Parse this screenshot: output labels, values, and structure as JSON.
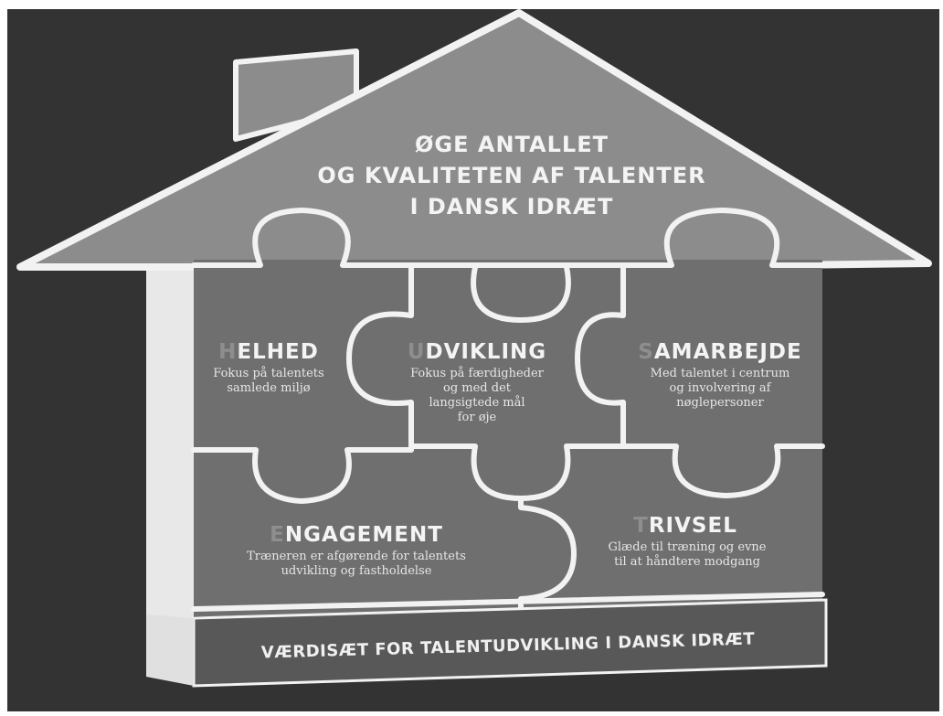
{
  "roof": {
    "lines": [
      "ØGE ANTALLET",
      "OG KVALITETEN AF TALENTER",
      "I DANSK IDRÆT"
    ]
  },
  "pieces": {
    "helhed": {
      "initial": "H",
      "rest": "ELHED",
      "desc": [
        "Fokus på talentets",
        "samlede miljø"
      ]
    },
    "udvikling": {
      "initial": "U",
      "rest": "DVIKLING",
      "desc": [
        "Fokus på færdigheder",
        "og med det",
        "langsigtede mål",
        "for øje"
      ]
    },
    "samarbejde": {
      "initial": "S",
      "rest": "AMARBEJDE",
      "desc": [
        "Med talentet i centrum",
        "og involvering af",
        "nøglepersoner"
      ]
    },
    "engagement": {
      "initial": "E",
      "rest": "NGAGEMENT",
      "desc": [
        "Træneren er afgørende for talentets",
        "udvikling og fastholdelse"
      ]
    },
    "trivsel": {
      "initial": "T",
      "rest": "RIVSEL",
      "desc": [
        "Glæde til træning og evne",
        "til at håndtere modgang"
      ]
    }
  },
  "footer": {
    "label": "VÆRDISÆT FOR TALENTUDVIKLING I DANSK IDRÆT"
  },
  "colors": {
    "background": "#333333",
    "roof": "#8c8c8c",
    "piece": "#6f6f6f",
    "outline": "#f2f2f2",
    "wall_side": "#e6e6e6",
    "footer": "#585858"
  }
}
